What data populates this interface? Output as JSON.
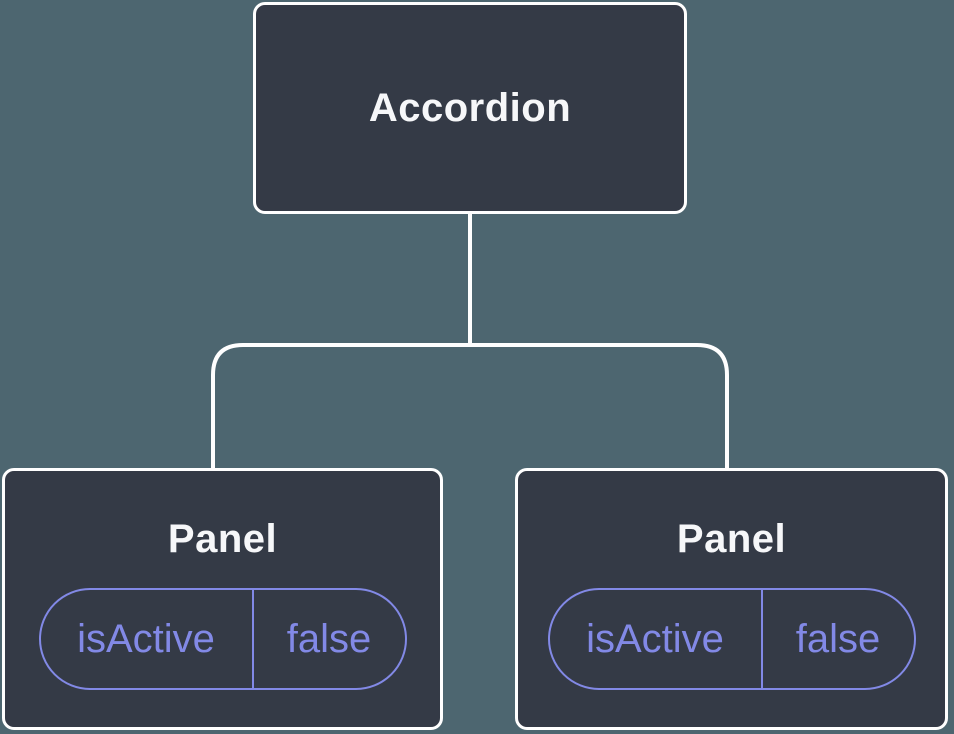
{
  "colors": {
    "background": "#4d6670",
    "node_fill": "#343a46",
    "node_border": "#ffffff",
    "node_text": "#f6f7f9",
    "connector": "#ffffff",
    "state_accent": "#8289e6"
  },
  "tree": {
    "root": {
      "label": "Accordion"
    },
    "children": [
      {
        "label": "Panel",
        "state": {
          "name": "isActive",
          "value": "false"
        }
      },
      {
        "label": "Panel",
        "state": {
          "name": "isActive",
          "value": "false"
        }
      }
    ]
  }
}
